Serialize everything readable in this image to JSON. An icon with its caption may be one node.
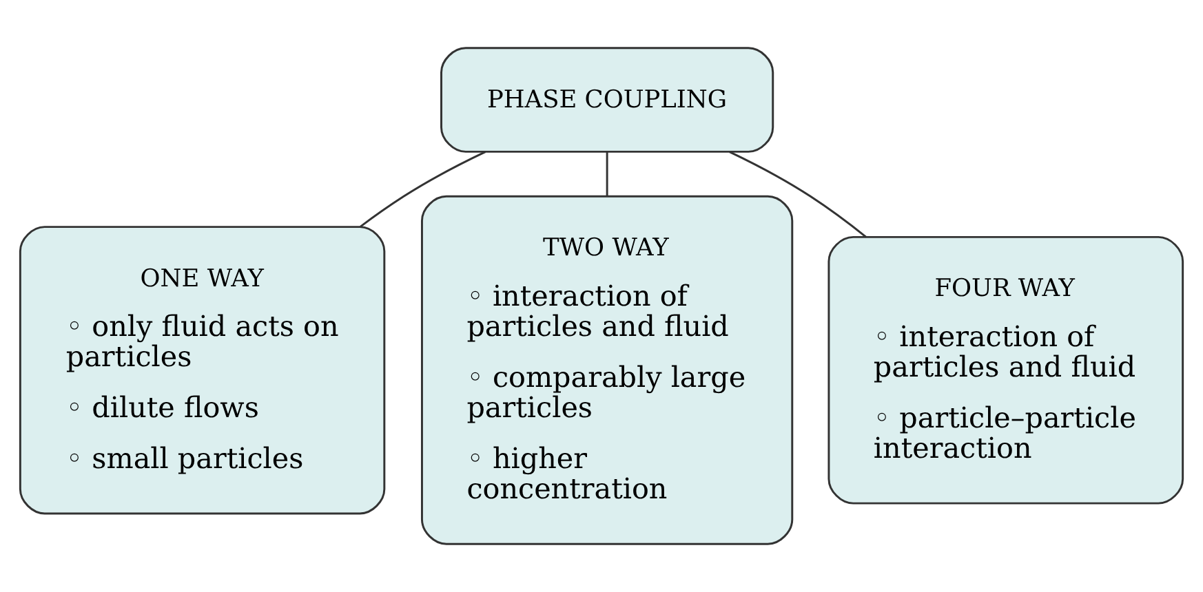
{
  "diagram": {
    "nodes": [
      {
        "text": [
          "PHASE COUPLING"
        ]
      },
      {
        "text": [
          "ONE WAY",
          "◦ only fluid acts on particles",
          "◦ dilute flows",
          "◦ small particles"
        ]
      },
      {
        "text": [
          "TWO WAY",
          "◦ interaction of particles and fluid",
          "◦ comparably large particles",
          "◦ higher concentration"
        ]
      },
      {
        "text": [
          "FOUR WAY",
          "◦ interaction of particles and fluid",
          "◦ particle–particle interaction"
        ]
      }
    ],
    "edges": [
      {
        "from": 0,
        "to": 1,
        "arrow": "none"
      },
      {
        "from": 0,
        "to": 2,
        "arrow": "none"
      },
      {
        "from": 0,
        "to": 3,
        "arrow": "none"
      }
    ]
  }
}
